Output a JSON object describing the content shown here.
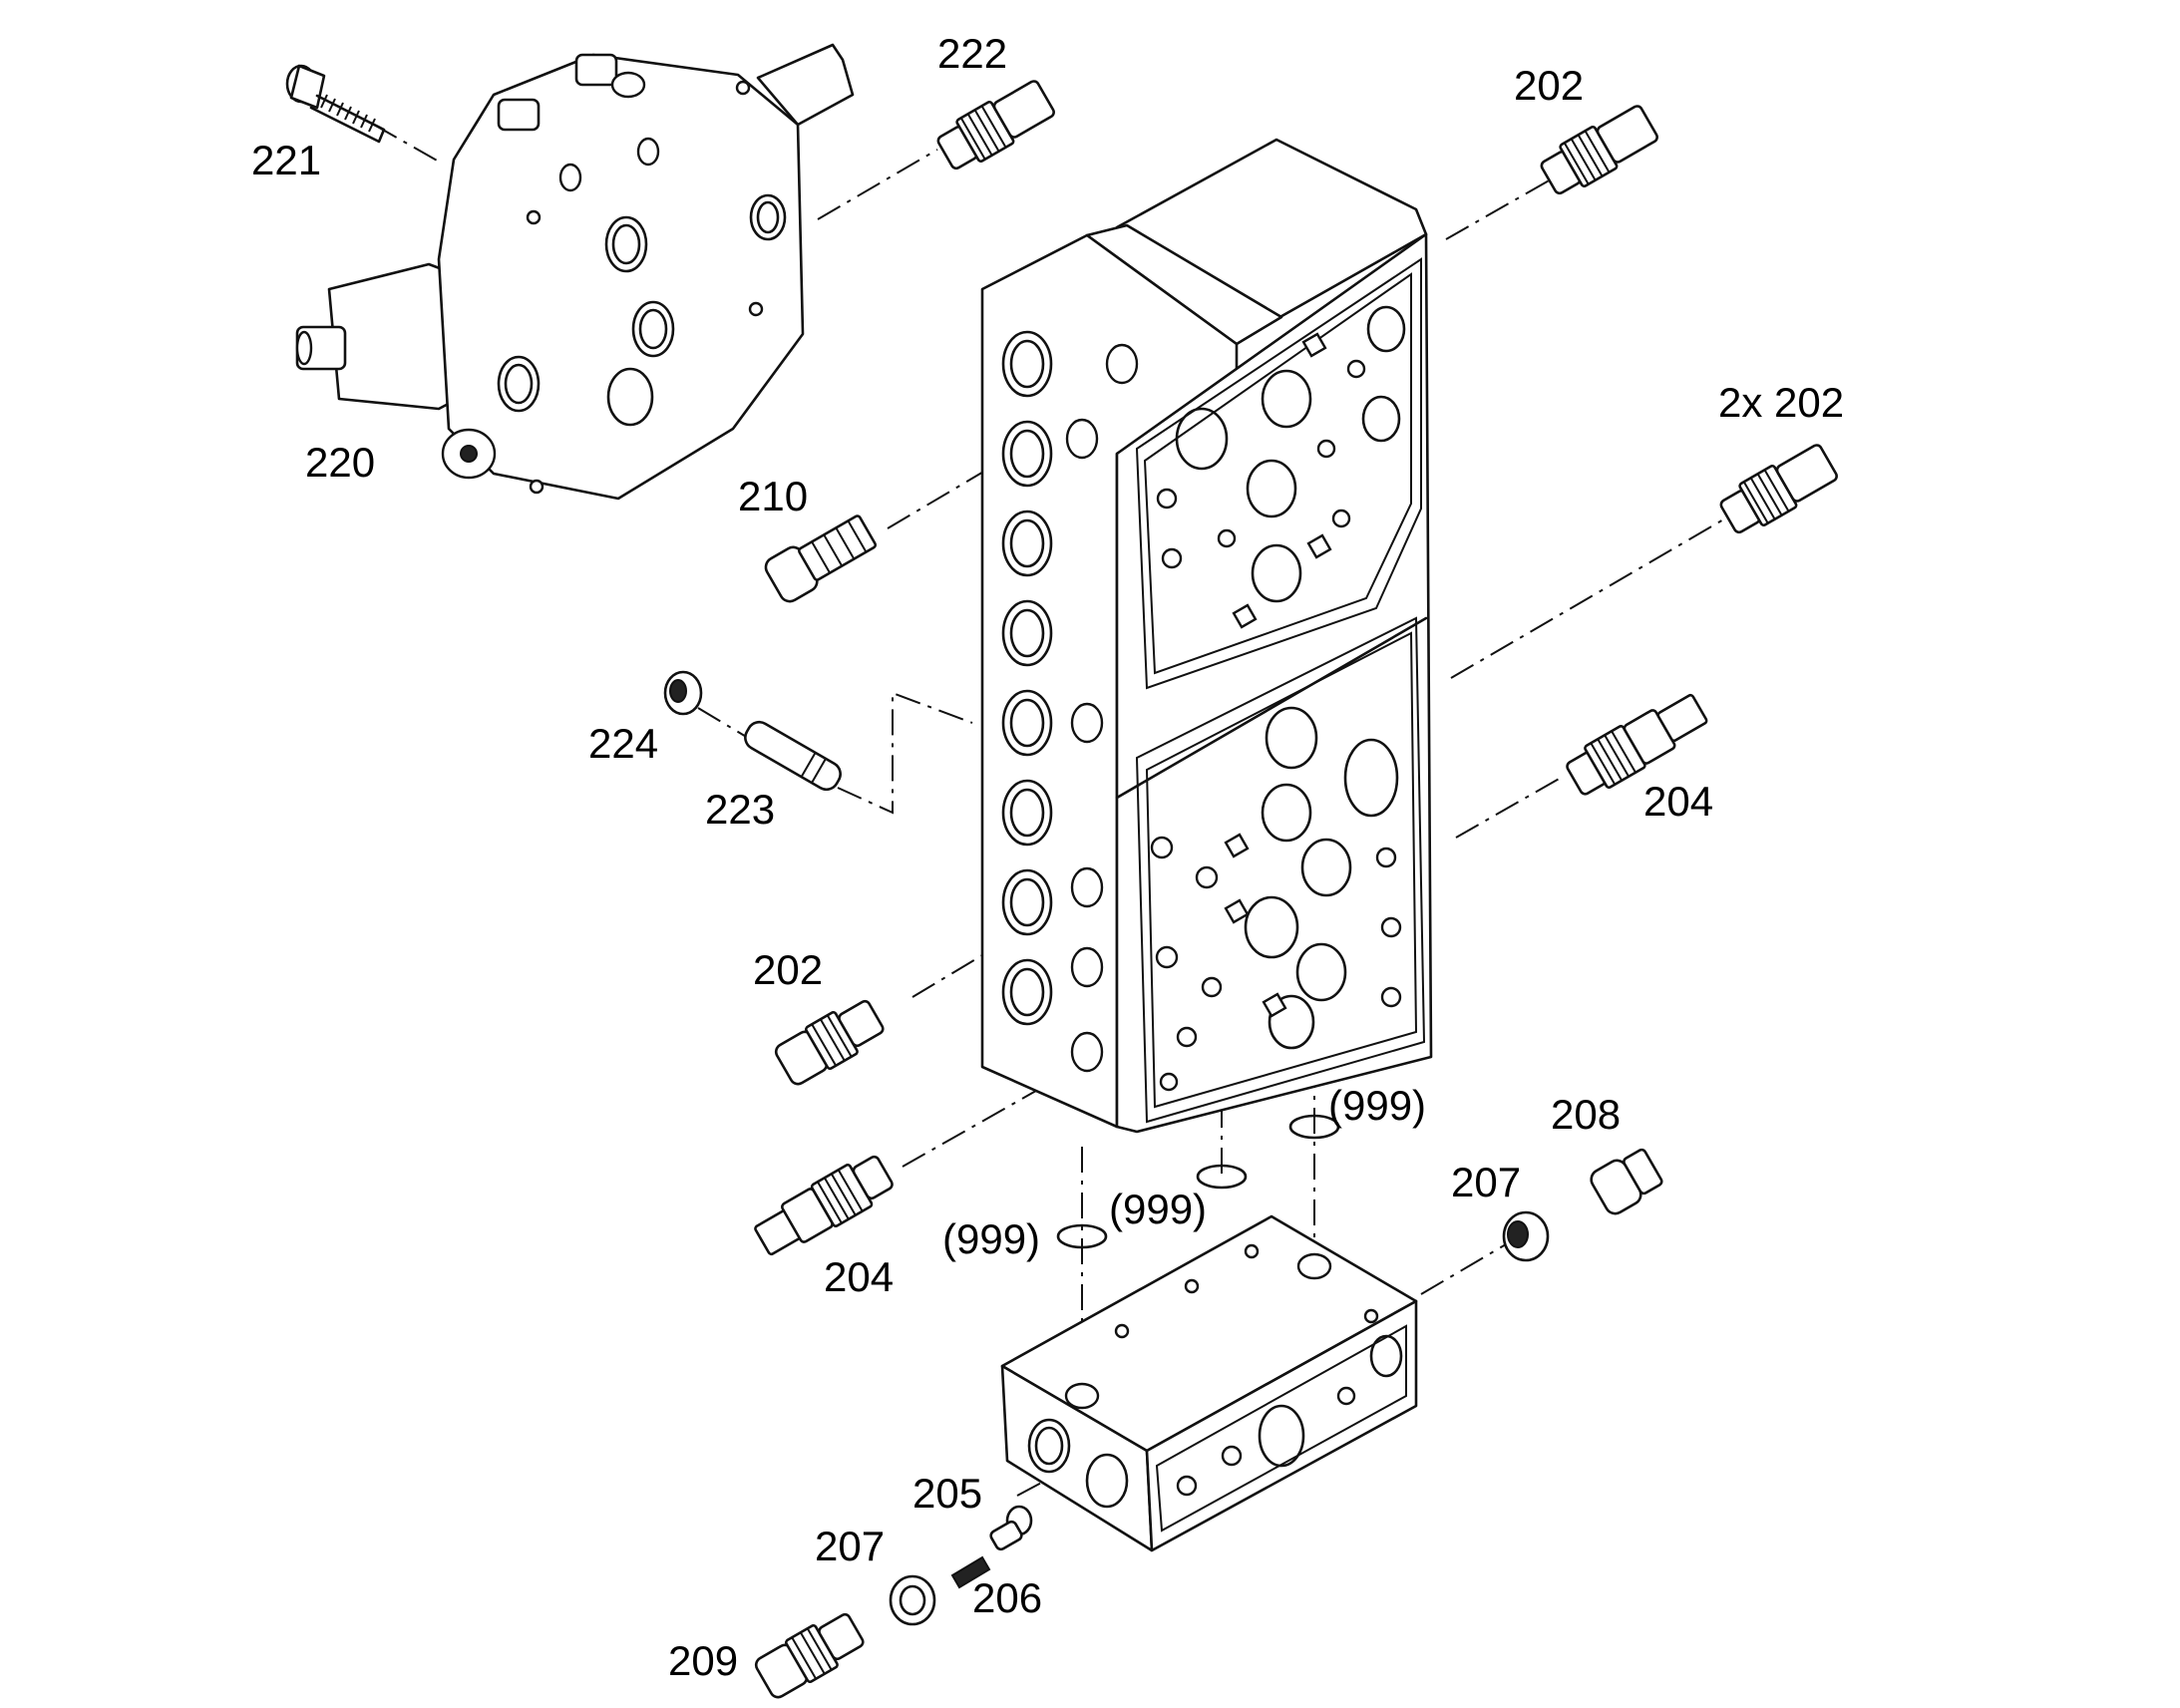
{
  "callouts": {
    "c221": "221",
    "c222": "222",
    "c220": "220",
    "c202_top": "202",
    "c202_2x": "2x 202",
    "c210": "210",
    "c224": "224",
    "c223": "223",
    "c204_right": "204",
    "c202_left": "202",
    "c204_left": "204",
    "c999_a": "(999)",
    "c999_b": "(999)",
    "c999_c": "(999)",
    "c208": "208",
    "c207_right": "207",
    "c205": "205",
    "c207_left": "207",
    "c206": "206",
    "c209": "209"
  },
  "parts": [
    {
      "ref": "220",
      "name": "end-cover"
    },
    {
      "ref": "221",
      "name": "screw"
    },
    {
      "ref": "222",
      "name": "valve"
    },
    {
      "ref": "202",
      "name": "valve"
    },
    {
      "ref": "204",
      "name": "valve"
    },
    {
      "ref": "205",
      "name": "plunger"
    },
    {
      "ref": "206",
      "name": "spring"
    },
    {
      "ref": "207",
      "name": "plug"
    },
    {
      "ref": "208",
      "name": "plug"
    },
    {
      "ref": "209",
      "name": "valve"
    },
    {
      "ref": "210",
      "name": "valve"
    },
    {
      "ref": "223",
      "name": "pin"
    },
    {
      "ref": "224",
      "name": "plug"
    },
    {
      "ref": "999",
      "name": "o-ring"
    }
  ]
}
